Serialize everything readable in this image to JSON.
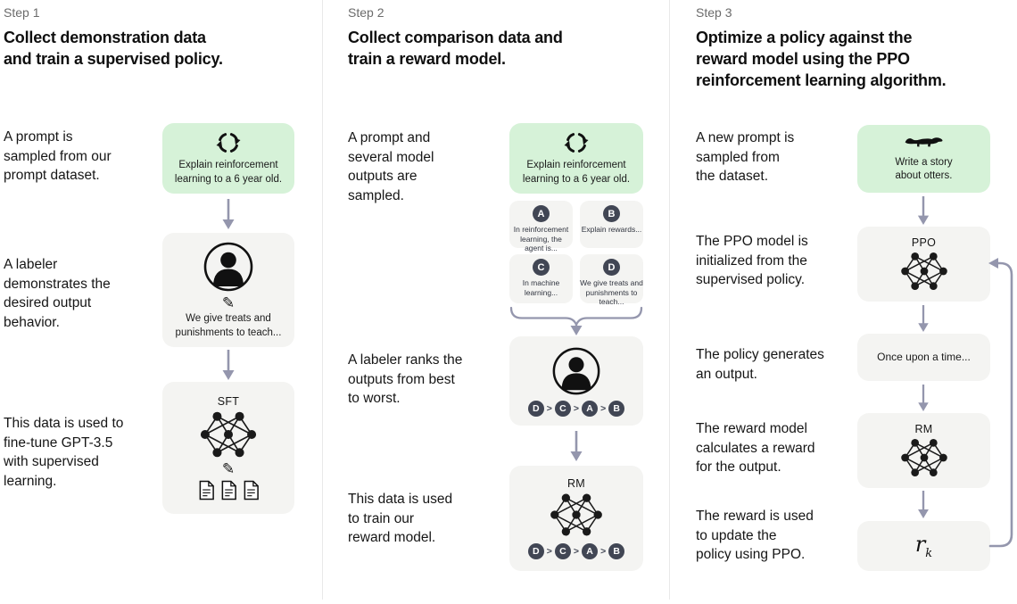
{
  "colors": {
    "background": "#ffffff",
    "divider": "#e9e9e9",
    "prompt_green": "#d6f2d8",
    "card_gray": "#f4f4f2",
    "badge_dark": "#414654",
    "arrow_gray": "#9496ad",
    "step_label_gray": "#6b6b6b",
    "text_black": "#141414"
  },
  "icons": {
    "pencil": "✎"
  },
  "ranking_sep": ">",
  "columns": [
    {
      "step": "Step 1",
      "title": "Collect demonstration data\nand train a supervised policy.",
      "captions": [
        "A prompt is\nsampled from our\nprompt dataset.",
        "A labeler\ndemonstrates the\ndesired output\nbehavior.",
        "This data is used to\nfine-tune GPT-3.5\nwith supervised\nlearning."
      ],
      "prompt_text": "Explain reinforcement\nlearning to a 6 year old.",
      "labeler_text": "We give treats and\npunishments to teach...",
      "model_label": "SFT"
    },
    {
      "step": "Step 2",
      "title": "Collect comparison data and\ntrain a reward model.",
      "captions": [
        "A prompt and\nseveral model\noutputs are\nsampled.",
        "A labeler ranks the\noutputs from best\nto worst.",
        "This data is used\nto train our\nreward model."
      ],
      "prompt_text": "Explain reinforcement\nlearning to a 6 year old.",
      "outputs": [
        {
          "badge": "A",
          "text": "In reinforcement\nlearning, the\nagent is..."
        },
        {
          "badge": "B",
          "text": "Explain rewards..."
        },
        {
          "badge": "C",
          "text": "In machine\nlearning..."
        },
        {
          "badge": "D",
          "text": "We give treats and\npunishments to\nteach..."
        }
      ],
      "ranking": [
        "D",
        "C",
        "A",
        "B"
      ],
      "model_label": "RM"
    },
    {
      "step": "Step 3",
      "title": "Optimize a policy against the\nreward model using the PPO\nreinforcement learning algorithm.",
      "captions": [
        "A new prompt is\nsampled from\nthe dataset.",
        "The PPO model is\ninitialized from the\nsupervised policy.",
        "The policy generates\nan output.",
        "The reward model\ncalculates a reward\nfor the output.",
        "The reward is used\nto update the\npolicy using PPO."
      ],
      "prompt_text": "Write a story\nabout otters.",
      "ppo_label": "PPO",
      "output_text": "Once upon a time...",
      "rm_label": "RM",
      "reward": {
        "base": "r",
        "sub": "k"
      }
    }
  ]
}
